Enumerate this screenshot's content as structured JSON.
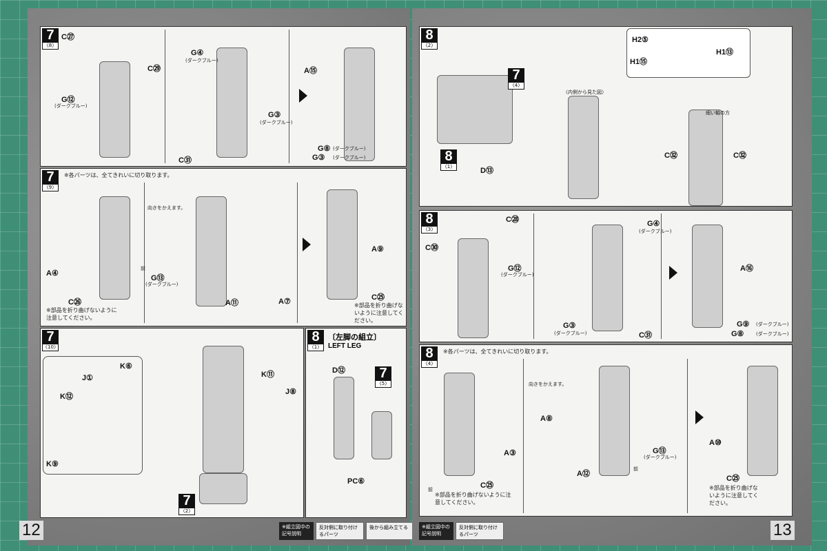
{
  "left_page": {
    "page_number": "12",
    "panels": [
      {
        "step": "7",
        "sub": "〈8〉",
        "labels": [
          "C㉗",
          "C㉙",
          "G⑫",
          "G④",
          "G③",
          "C㉛",
          "A⑮",
          "G⑧",
          "G③"
        ],
        "subs": [
          "(ダークブルー)",
          "(ダークブルー)",
          "(ダークブルー)",
          "(ダークブルー)",
          "(ダークブルー)"
        ]
      },
      {
        "step": "7",
        "sub": "〈9〉",
        "note": "※各パーツは、全てきれいに切り取ります。",
        "labels": [
          "A④",
          "C㉖",
          "G⑬",
          "A⑪",
          "A⑦",
          "A⑨",
          "C㉕"
        ],
        "subs": [
          "(ダークブルー)",
          "向きをかえます。",
          "前"
        ],
        "warn1": "※部品を折り曲げないように注意してください。",
        "warn2": "※部品を折り曲げないように注意してください。"
      },
      {
        "step": "7",
        "sub": "〈10〉",
        "labels": [
          "K⑫",
          "J①",
          "K⑥",
          "K⑨",
          "K⑪",
          "J⑧",
          "7"
        ],
        "subs": [
          "〈2〉"
        ]
      },
      {
        "step": "8",
        "sub": "〈1〉",
        "title": "〔左脚の組立〕",
        "title_en": "LEFT LEG",
        "labels": [
          "D⑫",
          "PC⑥",
          "7"
        ],
        "subs": [
          "〈5〉"
        ]
      }
    ],
    "legend": {
      "key": "※組立図中の記号説明",
      "items": [
        "反対側に取り付けるパーツ",
        "後から組み立てる"
      ]
    }
  },
  "right_page": {
    "page_number": "13",
    "panels": [
      {
        "step": "8",
        "sub": "〈2〉",
        "labels": [
          "7",
          "8",
          "D⑬",
          "H2⑤",
          "H1⑬",
          "H1⑮",
          "C㉜",
          "C㉜"
        ],
        "subs": [
          "〈4〉",
          "〈1〉",
          "〈内側から見た図〉",
          "細い軸の方"
        ]
      },
      {
        "step": "8",
        "sub": "〈3〉",
        "labels": [
          "C㉘",
          "C㉚",
          "G④",
          "G⑫",
          "G③",
          "C㉛",
          "A⑯",
          "G⑨",
          "G⑧"
        ],
        "subs": [
          "(ダークブルー)",
          "(ダークブルー)",
          "(ダークブルー)",
          "(ダークブルー)",
          "(ダークブルー)"
        ]
      },
      {
        "step": "8",
        "sub": "〈4〉",
        "note": "※各パーツは、全てきれいに切り取ります。",
        "labels": [
          "A③",
          "C㉕",
          "A⑧",
          "A⑫",
          "G⑬",
          "A⑩",
          "C㉕"
        ],
        "subs": [
          "向きをかえます。",
          "(ダークブルー)",
          "前",
          "前"
        ],
        "warn1": "※部品を折り曲げないように注意してください。",
        "warn2": "※部品を折り曲げないように注意してください。"
      }
    ],
    "legend": {
      "key": "※組立図中の記号説明",
      "items": [
        "反対側に取り付けるパーツ"
      ]
    }
  }
}
